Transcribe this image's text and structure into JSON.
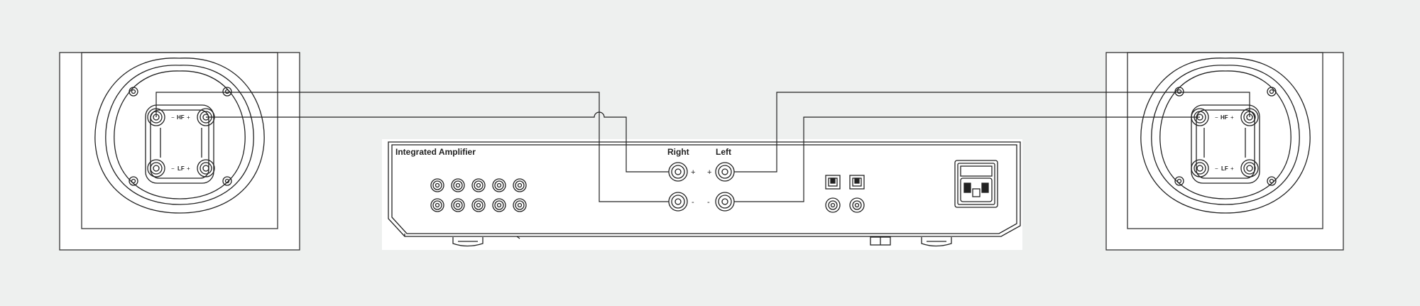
{
  "diagram": {
    "amplifier_title": "Integrated Amplifier",
    "channel_right": "Right",
    "channel_left": "Left",
    "terminal_plus": "+",
    "terminal_minus": "-",
    "speaker_hf_label": "HF",
    "speaker_lf_label": "LF",
    "speaker_minus": "−",
    "speaker_plus": "+"
  },
  "colors": {
    "background": "#eef0ef",
    "panel": "#ffffff",
    "line": "#222222"
  }
}
